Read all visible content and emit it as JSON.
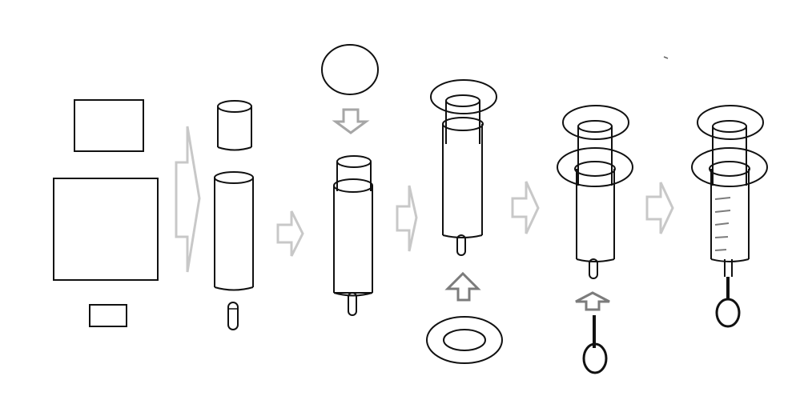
{
  "colors": {
    "background": "#ffffff",
    "stroke": "#111111",
    "arrow_light": "#c8c8c8",
    "arrow_medium": "#a6a6a6",
    "arrow_dark": "#7c7c7c"
  },
  "elements": [
    {
      "name": "sheet-top-rectangle",
      "kind": "part"
    },
    {
      "name": "sheet-large-square",
      "kind": "part"
    },
    {
      "name": "sheet-small-rectangle",
      "kind": "part"
    },
    {
      "name": "short-cylinder",
      "kind": "part"
    },
    {
      "name": "tall-cylinder",
      "kind": "part"
    },
    {
      "name": "small-capsule",
      "kind": "part"
    },
    {
      "name": "disc",
      "kind": "part"
    },
    {
      "name": "assembled-syringe-stage-1",
      "kind": "assembly"
    },
    {
      "name": "assembled-syringe-stage-2",
      "kind": "assembly"
    },
    {
      "name": "assembled-syringe-stage-3",
      "kind": "assembly"
    },
    {
      "name": "assembled-syringe-stage-4",
      "kind": "assembly"
    },
    {
      "name": "ring",
      "kind": "part"
    },
    {
      "name": "loop-handle",
      "kind": "part"
    }
  ]
}
